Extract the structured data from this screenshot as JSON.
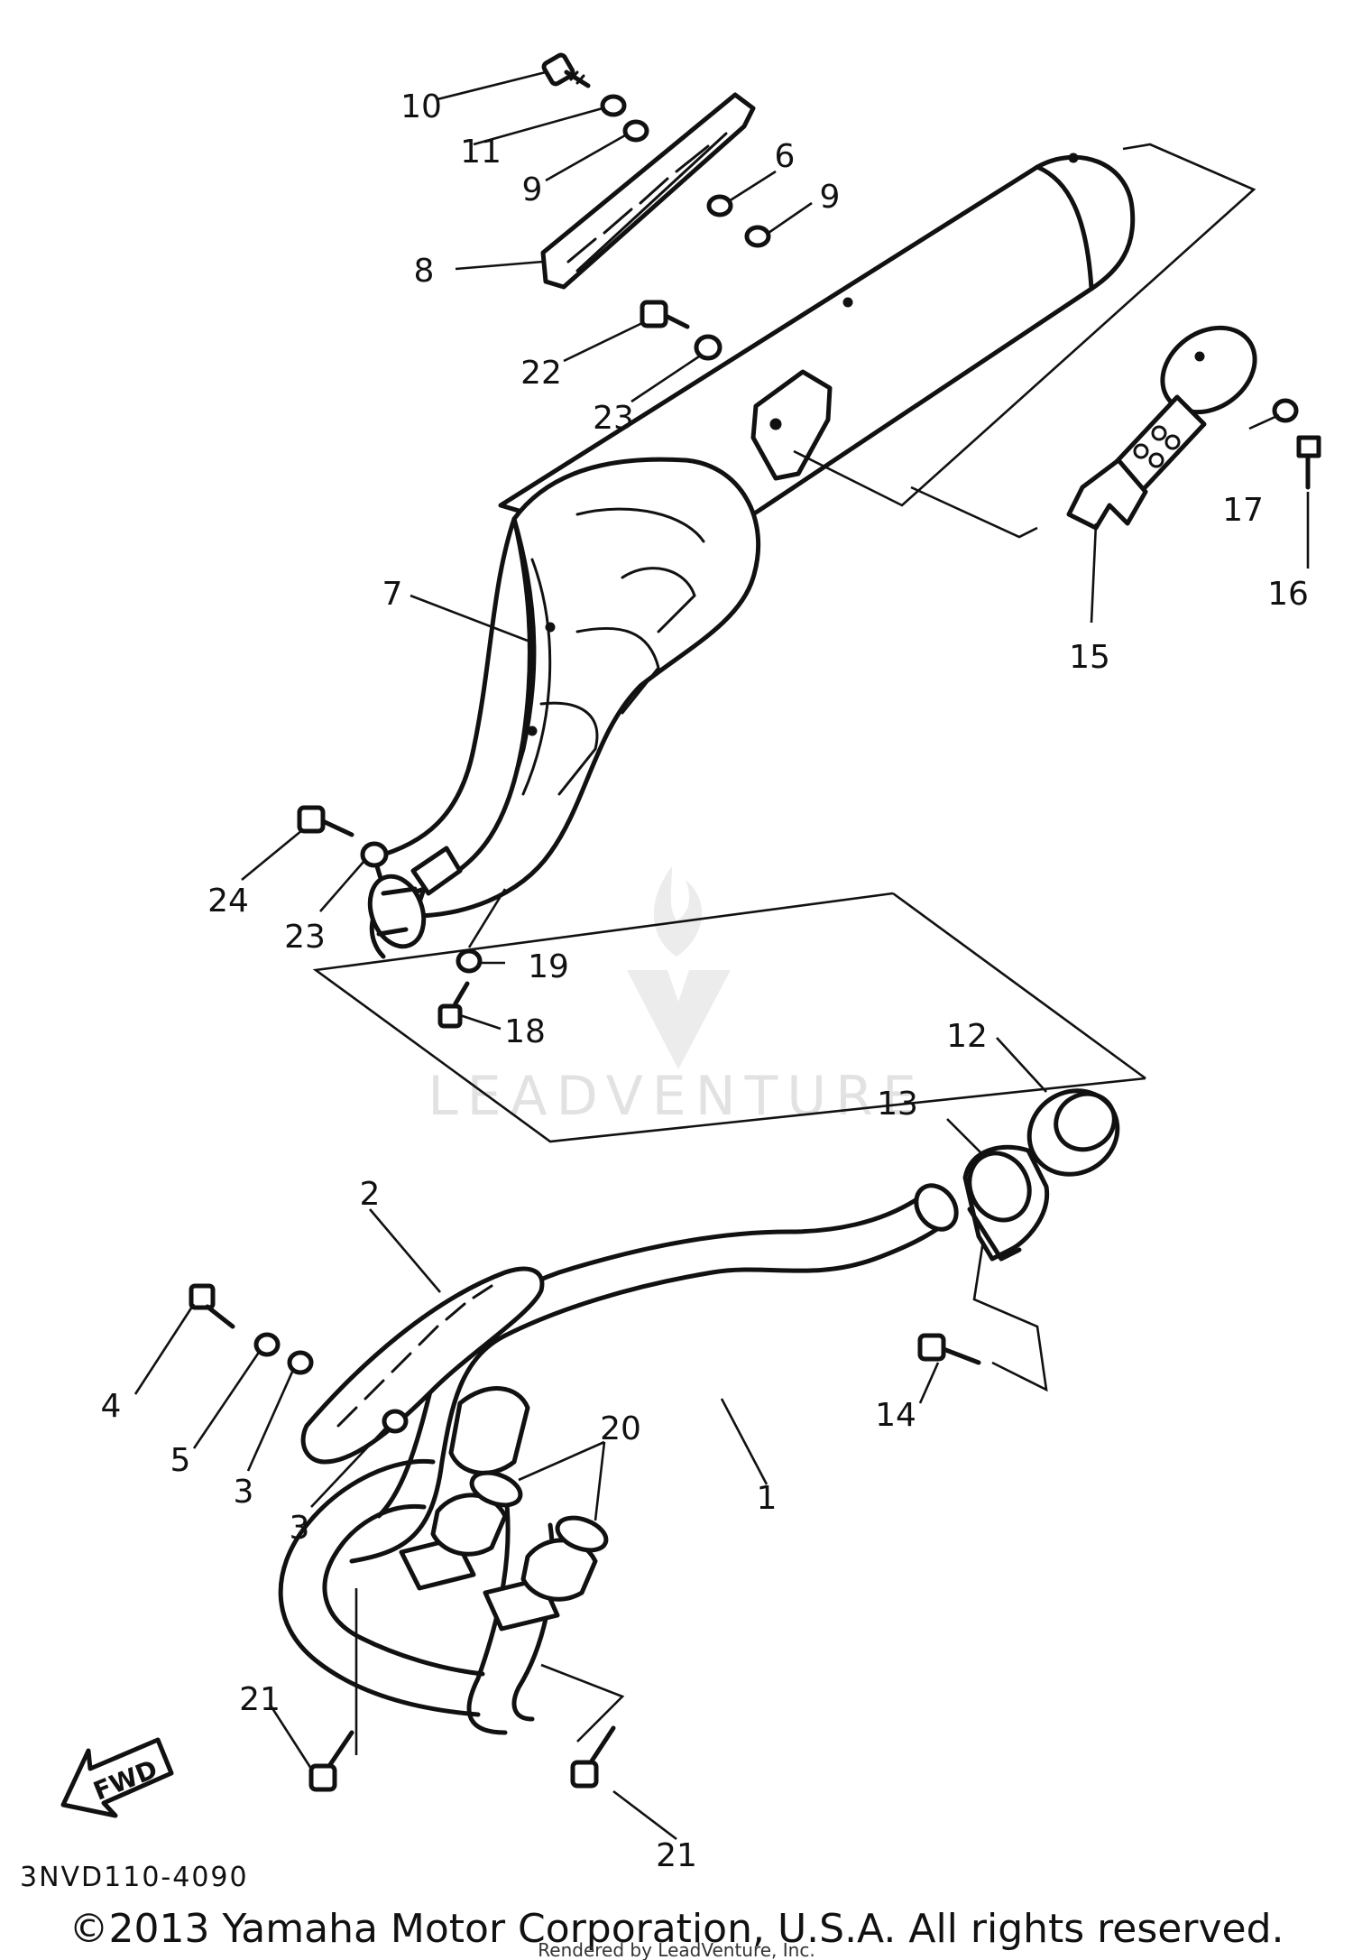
{
  "diagram": {
    "callouts": [
      "1",
      "2",
      "3",
      "3",
      "4",
      "5",
      "6",
      "7",
      "8",
      "9",
      "9",
      "10",
      "11",
      "12",
      "13",
      "14",
      "15",
      "16",
      "17",
      "18",
      "19",
      "20",
      "21",
      "21",
      "22",
      "23",
      "23",
      "24"
    ],
    "forward_label": "FWD",
    "part_code": "3NVD110-4090",
    "watermark": "LEADVENTURE",
    "copyright": "©2013 Yamaha Motor Corporation, U.S.A. All rights reserved.",
    "rendered_by": "Rendered by LeadVenture, Inc."
  }
}
